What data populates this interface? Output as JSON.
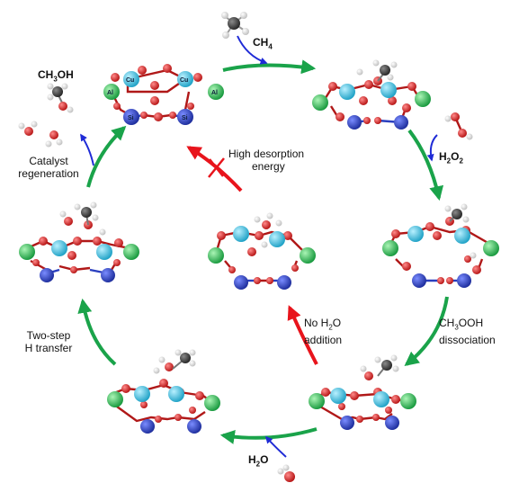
{
  "colors": {
    "green_arrow": "#1aa34a",
    "red_arrow": "#e8141c",
    "blue_arrow": "#1f2bd6",
    "oxygen": "#d42020",
    "hydrogen": "#f2f2f2",
    "carbon": "#3b3b3b",
    "copper": "#3cc6e6",
    "aluminum": "#33cc55",
    "silicon": "#2a3fbf"
  },
  "atom_labels": {
    "cu": "Cu",
    "al": "Al",
    "si": "Si"
  },
  "labels": {
    "ch4": "CH",
    "ch4_sub": "4",
    "h2o2_a": "H",
    "h2o2_sub1": "2",
    "h2o2_b": "O",
    "h2o2_sub2": "2",
    "ch3oh": "CH",
    "ch3oh_sub": "3",
    "ch3oh_tail": "OH",
    "catalyst_regen_1": "Catalyst",
    "catalyst_regen_2": "regeneration",
    "high_desorption_1": "High desorption",
    "high_desorption_2": "energy",
    "no_h2o_1": "No H",
    "no_h2o_sub": "2",
    "no_h2o_tail": "O",
    "no_h2o_2": "addition",
    "ch3ooh_1": "CH",
    "ch3ooh_sub": "3",
    "ch3ooh_tail": "OOH",
    "ch3ooh_2": "dissociation",
    "two_step_1": "Two-step",
    "two_step_2": "H transfer",
    "h2o_a": "H",
    "h2o_sub": "2",
    "h2o_b": "O"
  }
}
